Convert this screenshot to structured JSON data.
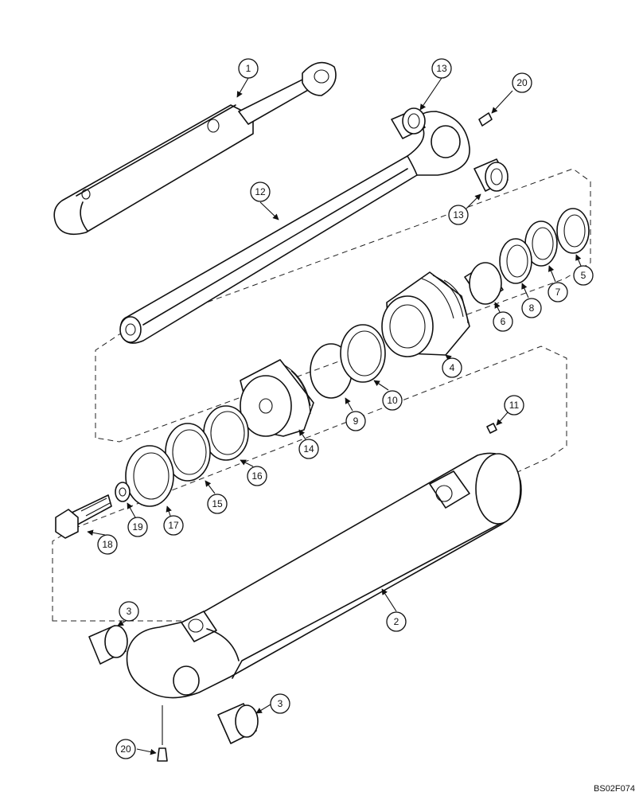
{
  "diagram": {
    "reference_code": "BS02F074",
    "callouts": {
      "c1": "1",
      "c2": "2",
      "c3a": "3",
      "c3b": "3",
      "c4": "4",
      "c5": "5",
      "c6": "6",
      "c7": "7",
      "c8": "8",
      "c9": "9",
      "c10": "10",
      "c11": "11",
      "c12": "12",
      "c13a": "13",
      "c13b": "13",
      "c14": "14",
      "c15": "15",
      "c16": "16",
      "c17": "17",
      "c18": "18",
      "c19": "19",
      "c20a": "20",
      "c20b": "20"
    }
  }
}
